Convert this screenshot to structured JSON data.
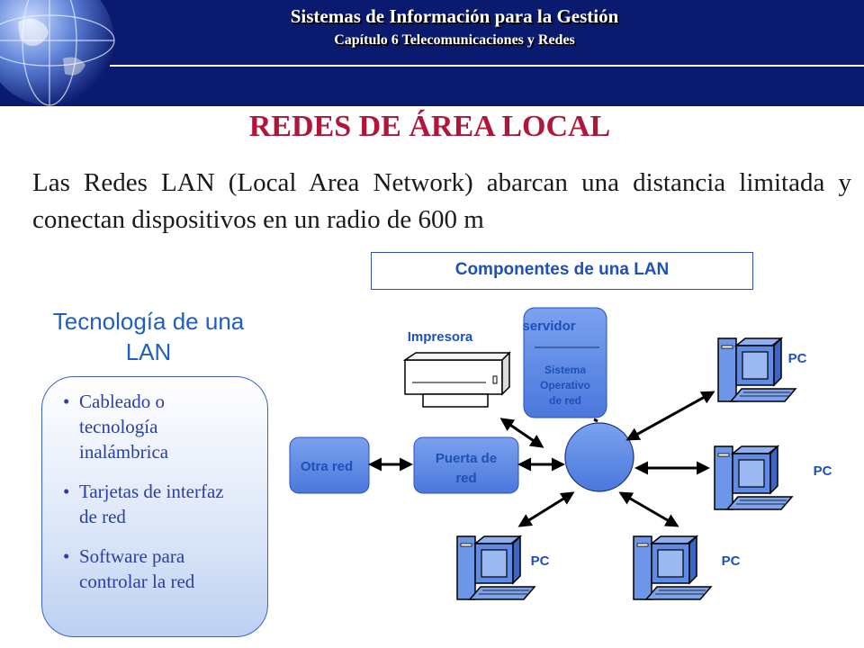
{
  "header": {
    "title": "Sistemas de Información para la Gestión",
    "subtitle": "Capítulo 6 Telecomunicaciones y Redes"
  },
  "page_title": "REDES DE ÁREA LOCAL",
  "intro_text": "Las Redes LAN (Local Area Network) abarcan una distancia limitada y conectan dispositivos en un radio de 600 m",
  "components_heading": "Componentes de una LAN",
  "technology": {
    "heading": "Tecnología de una LAN",
    "items": [
      "Cableado o tecnología inalámbrica",
      "Tarjetas de interfaz de red",
      "Software para controlar la red"
    ]
  },
  "diagram": {
    "printer_label": "Impresora",
    "server_label": "servidor",
    "server_os_line1": "Sistema",
    "server_os_line2": "Operativo",
    "server_os_line3": "de red",
    "other_network_label": "Otra red",
    "gateway_line1": "Puerta de",
    "gateway_line2": "red",
    "pc_label": "PC"
  },
  "colors": {
    "header_bg": "#0a1a6e",
    "title_red": "#b0163a",
    "accent_blue": "#1f4fb8",
    "node_blue": "#5a87e6"
  }
}
